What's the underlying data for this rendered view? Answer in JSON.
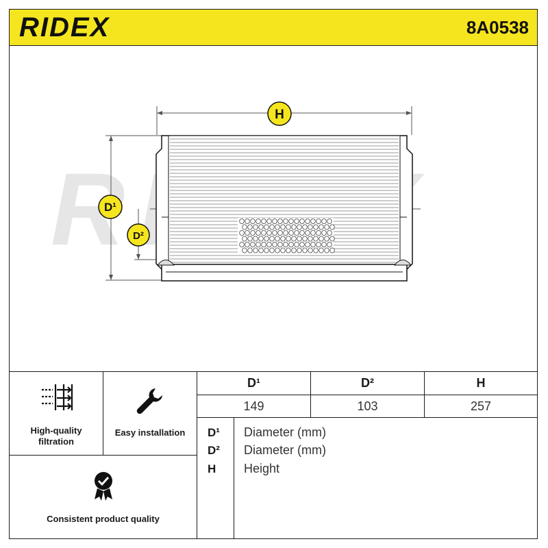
{
  "header": {
    "brand": "RIDEX",
    "part_number": "8A0538",
    "background_color": "#f5e51f"
  },
  "drawing": {
    "watermark": "RIDEX",
    "labels": {
      "height": "H",
      "d1": "D¹",
      "d2": "D²"
    }
  },
  "features": [
    {
      "icon": "filtration-icon",
      "label_line1": "High-quality",
      "label_line2": "filtration"
    },
    {
      "icon": "wrench-icon",
      "label_line1": "Easy installation"
    },
    {
      "icon": "quality-badge-icon",
      "label_line1": "Consistent product quality"
    }
  ],
  "dimensions_table": {
    "headers": [
      "D¹",
      "D²",
      "H"
    ],
    "values": [
      "149",
      "103",
      "257"
    ]
  },
  "legend": [
    {
      "key": "D¹",
      "value": "Diameter (mm)"
    },
    {
      "key": "D²",
      "value": "Diameter (mm)"
    },
    {
      "key": "H",
      "value": "Height"
    }
  ]
}
